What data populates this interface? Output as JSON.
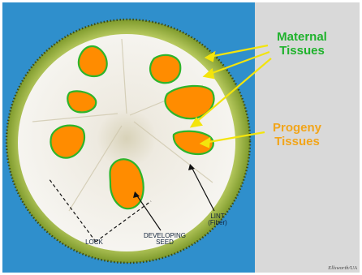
{
  "labels": {
    "maternal_line1": "Maternal",
    "maternal_line2": "Tissues",
    "progeny_line1": "Progeny",
    "progeny_line2": "Tissues",
    "lint_line1": "LINT",
    "lint_line2": "(Fiber)",
    "lock": "LOCK",
    "seed_line1": "DEVELOPING",
    "seed_line2": "SEED",
    "credit": "Ellsworth/UA"
  },
  "colors": {
    "background_panel": "#2f8fcc",
    "side_panel": "#d9d9d9",
    "rind": "#9fbf3a",
    "lint": "#f1f0ea",
    "seed_fill": "#ff8c00",
    "seed_outline": "#2db52a",
    "arrow": "#f3e40c",
    "maternal_text": "#1fb22c",
    "progeny_text": "#f2a51a"
  }
}
